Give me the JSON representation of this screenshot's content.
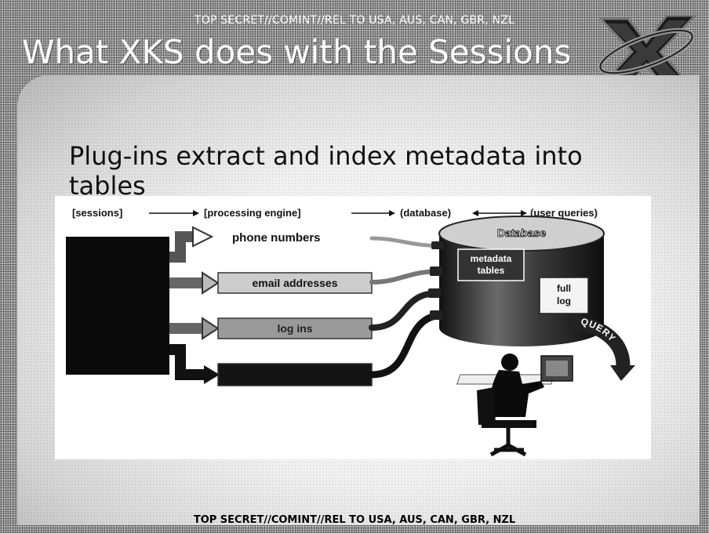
{
  "classification_top": "TOP SECRET//COMINT//REL TO USA, AUS, CAN, GBR, NZL",
  "classification_bottom": "TOP SECRET//COMINT//REL TO USA, AUS, CAN, GBR, NZL",
  "title": "What XKS does with the Sessions",
  "subtitle": "Plug-ins extract and index metadata into tables",
  "flow": {
    "sessions": "[sessions]",
    "engine": "[processing engine]",
    "database": "(database)",
    "queries": "(user queries)"
  },
  "outputs": {
    "phone": "phone numbers",
    "email": "email addresses",
    "log": "log ins"
  },
  "database": {
    "label": "Database",
    "tables_line1": "metadata",
    "tables_line2": "tables",
    "log_line1": "full",
    "log_line2": "log"
  },
  "query_label": "QUERY"
}
